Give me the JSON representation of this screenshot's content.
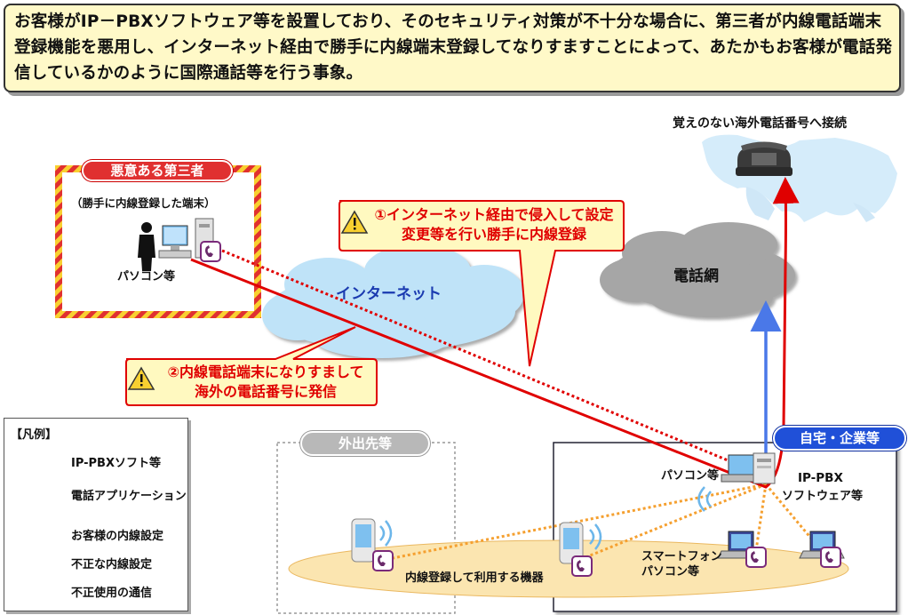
{
  "header": {
    "text": "お客様がIP－PBXソフトウェア等を設置しており、そのセキュリティ対策が不十分な場合に、第三者が内線電話端末登録機能を悪用し、インターネット経由で勝手に内線端末登録してなりすますことによって、あたかもお客様が電話発信しているかのように国際通話等を行う事象。"
  },
  "attacker": {
    "title": "悪意ある第三者",
    "caption": "（勝手に内線登録した端末）",
    "pc_label": "パソコン等"
  },
  "callout1": {
    "line1": "①インターネット経由で侵入して設定",
    "line2": "変更等を行い勝手に内線登録"
  },
  "callout2": {
    "line1": "②内線電話端末になりすまして",
    "line2": "海外の電話番号に発信"
  },
  "internet": {
    "label": "インターネット"
  },
  "phone_network": {
    "label": "電話網"
  },
  "overseas": {
    "label": "覚えのない海外電話番号へ接続"
  },
  "home": {
    "title": "自宅・企業等",
    "pc_label": "パソコン等",
    "pbx_label_1": "IP-PBX",
    "pbx_label_2": "ソフトウェア等",
    "smartphone_label_1": "スマートフォン",
    "smartphone_label_2": "パソコン等"
  },
  "outside": {
    "title": "外出先等"
  },
  "devices": {
    "label": "内線登録して利用する機器"
  },
  "legend": {
    "title": "【凡例】",
    "items": [
      {
        "label": "IP-PBXソフト等",
        "icon": "server-icon"
      },
      {
        "label": "電話アプリケーション",
        "icon": "phone-app-icon"
      },
      {
        "label": "お客様の内線設定",
        "icon": "orange-dotted-line"
      },
      {
        "label": "不正な内線設定",
        "icon": "red-dotted-line"
      },
      {
        "label": "不正使用の通信",
        "icon": "red-arrow"
      }
    ]
  },
  "colors": {
    "red": "#e00000",
    "orange": "#f5a030",
    "blue": "#4a78e8",
    "header_bg": "#fff9c8",
    "callout_bg": "#fff9c0",
    "pill_red": "#e03030",
    "pill_blue": "#2050d8",
    "pill_gray": "#b8b8b8",
    "cloud_blue": "#bfe3f8",
    "cloud_gray": "#a6a6a6",
    "ellipse": "#fbe5b0"
  }
}
